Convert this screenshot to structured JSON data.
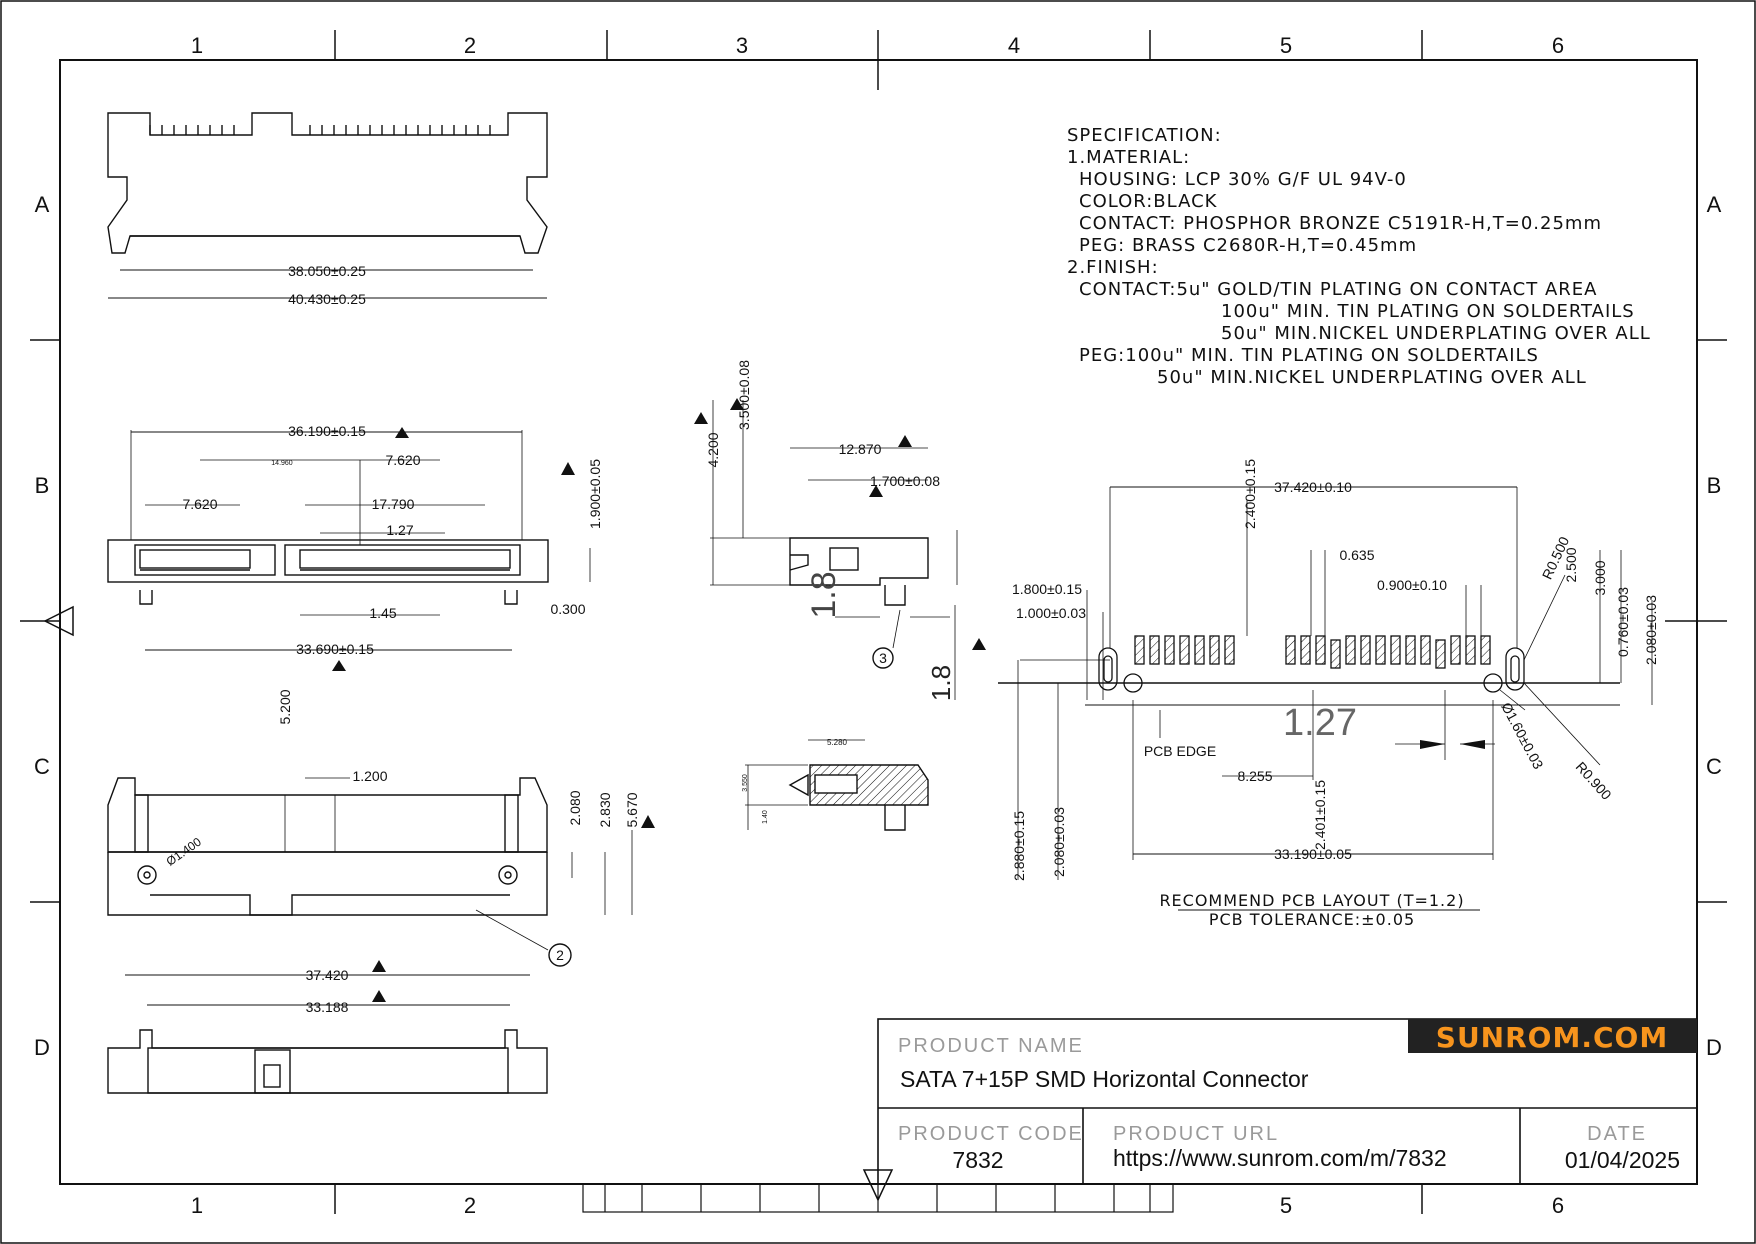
{
  "zones": {
    "columns": [
      "1",
      "2",
      "3",
      "4",
      "5",
      "6"
    ],
    "rows": [
      "A",
      "B",
      "C",
      "D"
    ]
  },
  "specification": {
    "lines": [
      "SPECIFICATION:",
      "1.MATERIAL:",
      "HOUSING: LCP 30% G/F UL 94V-0",
      "COLOR:BLACK",
      "CONTACT: PHOSPHOR BRONZE C5191R-H,T=0.25mm",
      "PEG: BRASS C2680R-H,T=0.45mm",
      "2.FINISH:",
      "CONTACT:5u\" GOLD/TIN PLATING ON CONTACT AREA",
      "100u\" MIN. TIN PLATING ON SOLDERTAILS",
      "50u\" MIN.NICKEL UNDERPLATING OVER ALL",
      "PEG:100u\" MIN. TIN PLATING ON SOLDERTAILS",
      "50u\" MIN.NICKEL UNDERPLATING OVER ALL"
    ]
  },
  "dimensions": {
    "top_view": {
      "inner": "38.050±0.25",
      "outer": "40.430±0.25"
    },
    "front_view": {
      "overall": "36.190±0.15",
      "small_label": "14.960",
      "a": "7.620",
      "b": "7.620",
      "c": "17.790",
      "pitch": "1.27",
      "height": "1.900±0.05",
      "gap": "1.45",
      "peg": "0.300",
      "base": "33.690±0.15"
    },
    "side_view": {
      "v1": "4.200",
      "v2": "3.500±0.08",
      "h1": "12.870",
      "h2": "1.700±0.08",
      "big1": "1.8",
      "big2": "1.8",
      "callout": "3"
    },
    "section_view": {
      "w": "5.280",
      "h1": "3.550",
      "h2": "1.40"
    },
    "rear_view": {
      "v": "5.200",
      "w": "1.200",
      "hole": "Ø1.400",
      "h1": "2.080",
      "h2": "2.830",
      "h3": "5.670",
      "callout": "2"
    },
    "bottom_view": {
      "outer": "37.420",
      "inner": "33.188"
    },
    "pcb_layout": {
      "overall": "37.420±0.10",
      "pad_h": "2.400±0.15",
      "pad_w": "0.635",
      "pitch": "0.900±0.10",
      "r1": "R0.500",
      "d1": "2.500",
      "d2": "3.000",
      "d3": "0.760±0.03",
      "d4": "2.080±0.03",
      "left1": "1.800±0.15",
      "left2": "1.000±0.03",
      "pcb_edge": "PCB EDGE",
      "big_label": "1.27",
      "hole": "Ø1.60±0.03",
      "r2": "R0.900",
      "gap": "8.255",
      "pad_off": "2.401±0.15",
      "v1": "2.880±0.15",
      "v2": "2.080±0.03",
      "base": "33.190±0.05"
    },
    "pcb_title": "RECOMMEND PCB LAYOUT (T=1.2)",
    "pcb_tolerance": "PCB TOLERANCE:±0.05"
  },
  "title_block": {
    "logo": "SUNROM.COM",
    "product_name_label": "PRODUCT NAME",
    "product_name": "SATA 7+15P SMD Horizontal Connector",
    "product_code_label": "PRODUCT CODE",
    "product_code": "7832",
    "product_url_label": "PRODUCT URL",
    "product_url": "https://www.sunrom.com/m/7832",
    "date_label": "DATE",
    "date": "01/04/2025"
  },
  "colors": {
    "line": "#111111",
    "logo_bg": "#222222",
    "logo_text": "#f7941d",
    "label": "#9a9a9a"
  }
}
